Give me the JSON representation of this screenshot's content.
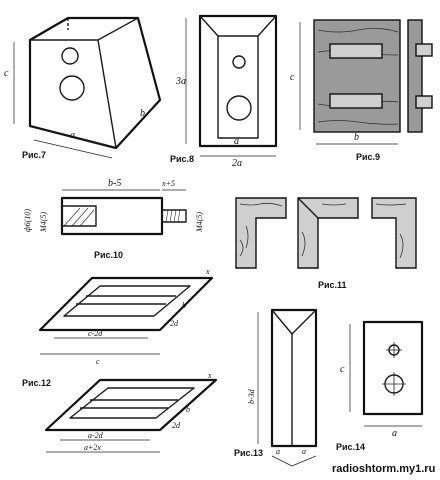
{
  "figures": {
    "fig7": {
      "caption": "Рис.7",
      "dims": {
        "height": "c",
        "depth": "b",
        "width": "a"
      }
    },
    "fig8": {
      "caption": "Рис.8",
      "dims": {
        "height": "3a",
        "inner": "a",
        "width": "2a"
      }
    },
    "fig9": {
      "caption": "Рис.9",
      "dims": {
        "height": "c",
        "width": "b"
      }
    },
    "fig10": {
      "caption": "Рис.10",
      "dims": {
        "diameter": "ф6(10)",
        "thread": "М4(5)",
        "length": "b-5",
        "shank": "x+5",
        "thread2": "М4(5)"
      }
    },
    "fig11": {
      "caption": "Рис.11"
    },
    "fig12": {
      "caption": "Рис.12",
      "upper": {
        "inner": "c-2d",
        "outer": "c",
        "side": "b",
        "edge": "2d",
        "x": "x"
      },
      "lower": {
        "inner": "a-2d",
        "outer": "a+2x",
        "side": "b",
        "edge": "2d",
        "x": "x"
      }
    },
    "fig13": {
      "caption": "Рис.13",
      "dims": {
        "height": "b-3d",
        "base1": "a",
        "base2": "a"
      }
    },
    "fig14": {
      "caption": "Рис.14",
      "dims": {
        "height": "c",
        "width": "a"
      }
    }
  },
  "watermark": "radioshtorm.my1.ru"
}
